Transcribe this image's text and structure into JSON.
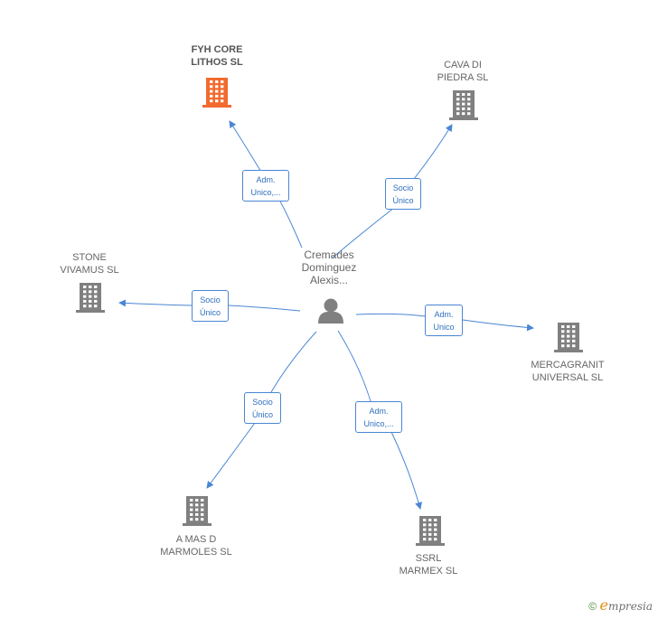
{
  "colors": {
    "edge": "#4a86d4",
    "company": "#808080",
    "main_company": "#f26a2e",
    "person": "#808080"
  },
  "center": {
    "name_lines": [
      "Cremades",
      "Dominguez",
      "Alexis..."
    ],
    "icon": "person-icon"
  },
  "companies": [
    {
      "id": "fyh",
      "lines": [
        "FYH CORE",
        "LITHOS  SL"
      ],
      "main": true,
      "icon": "building-icon"
    },
    {
      "id": "cava",
      "lines": [
        "CAVA DI",
        "PIEDRA  SL"
      ],
      "main": false,
      "icon": "building-icon"
    },
    {
      "id": "stone",
      "lines": [
        "STONE",
        "VIVAMUS  SL"
      ],
      "main": false,
      "icon": "building-icon"
    },
    {
      "id": "mercagranit",
      "lines": [
        "MERCAGRANIT",
        "UNIVERSAL  SL"
      ],
      "main": false,
      "icon": "building-icon"
    },
    {
      "id": "amasd",
      "lines": [
        "A MAS D",
        "MARMOLES SL"
      ],
      "main": false,
      "icon": "building-icon"
    },
    {
      "id": "ssrl",
      "lines": [
        "SSRL",
        "MARMEX  SL"
      ],
      "main": false,
      "icon": "building-icon"
    }
  ],
  "relations": [
    {
      "target": "fyh",
      "lines": [
        "Adm.",
        "Unico,..."
      ]
    },
    {
      "target": "cava",
      "lines": [
        "Socio",
        "Único"
      ]
    },
    {
      "target": "stone",
      "lines": [
        "Socio",
        "Único"
      ]
    },
    {
      "target": "mercagranit",
      "lines": [
        "Adm.",
        "Unico"
      ]
    },
    {
      "target": "amasd",
      "lines": [
        "Socio",
        "Único"
      ]
    },
    {
      "target": "ssrl",
      "lines": [
        "Adm.",
        "Unico,..."
      ]
    }
  ],
  "footer": {
    "copyright": "©",
    "brand_initial": "e",
    "brand_rest": "mpresia"
  }
}
